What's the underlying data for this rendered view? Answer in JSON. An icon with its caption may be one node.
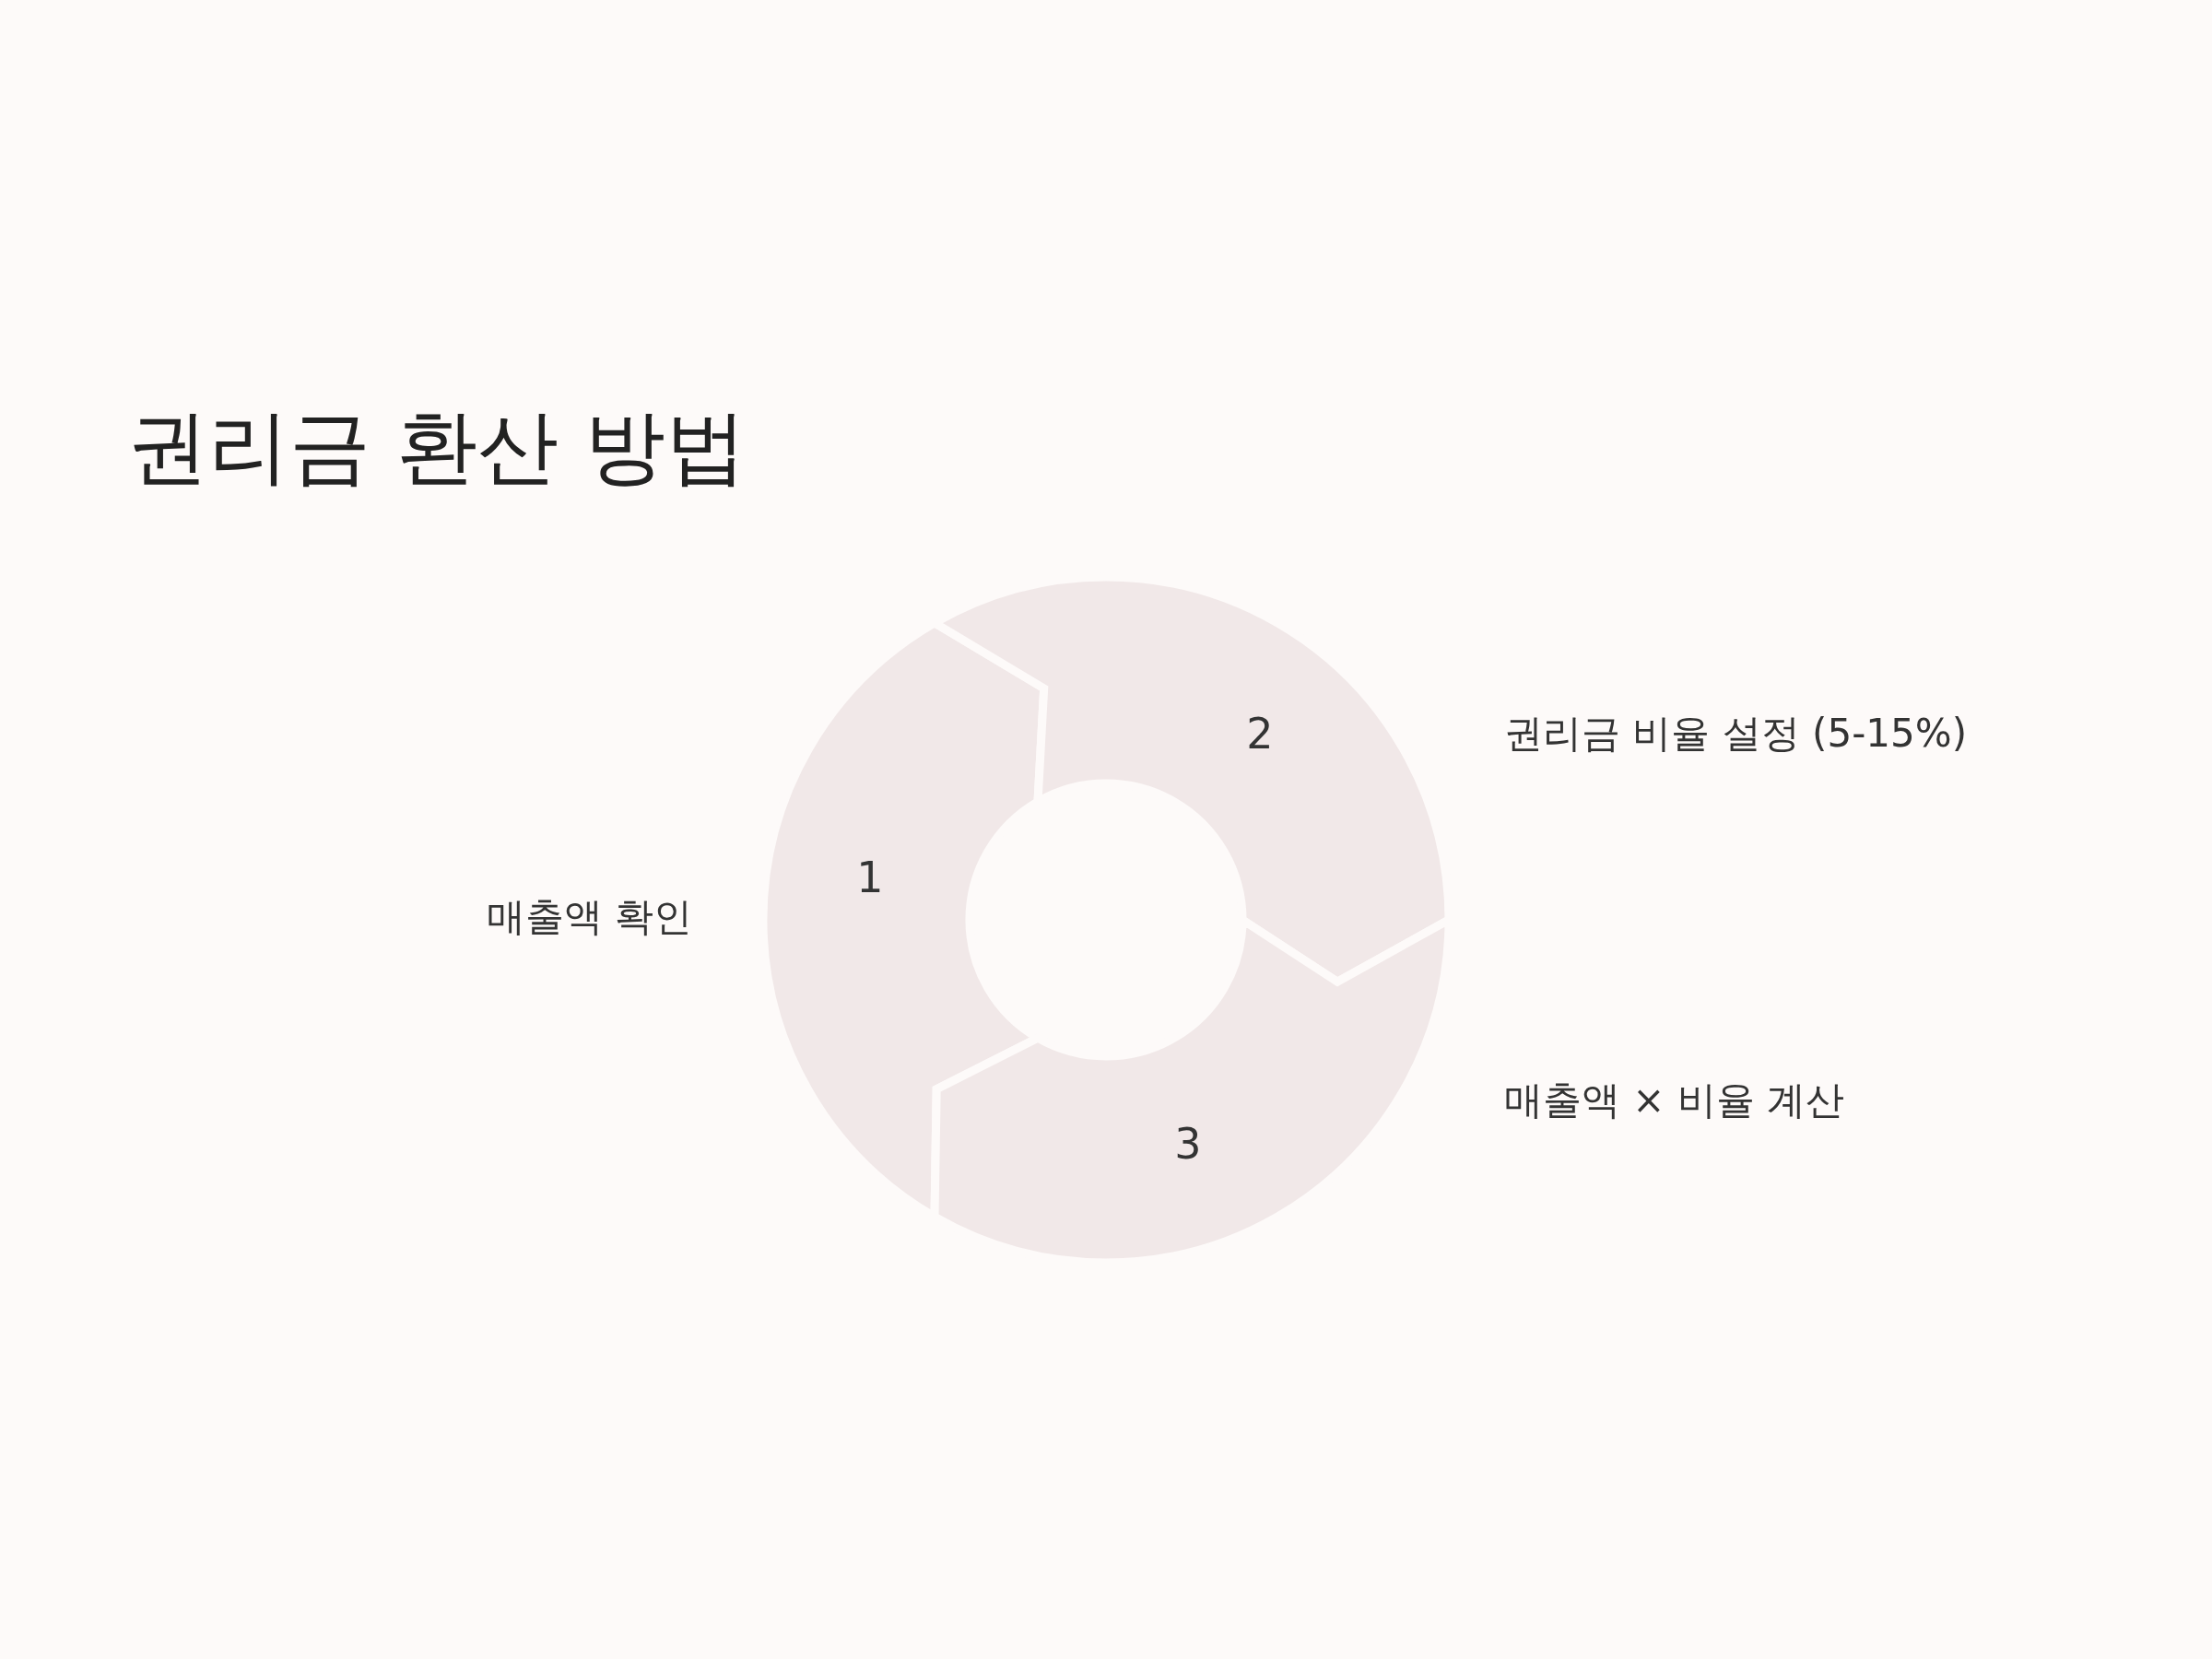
{
  "diagram": {
    "title": "권리금 환산 방법",
    "nodes": [
      {
        "text": [
          "1"
        ]
      },
      {
        "text": [
          "2"
        ]
      },
      {
        "text": [
          "3"
        ]
      }
    ],
    "labels": [
      "권리금 비율 설정 (5-15%)",
      "매출액 확인",
      "매출액 × 비율 계산"
    ]
  }
}
